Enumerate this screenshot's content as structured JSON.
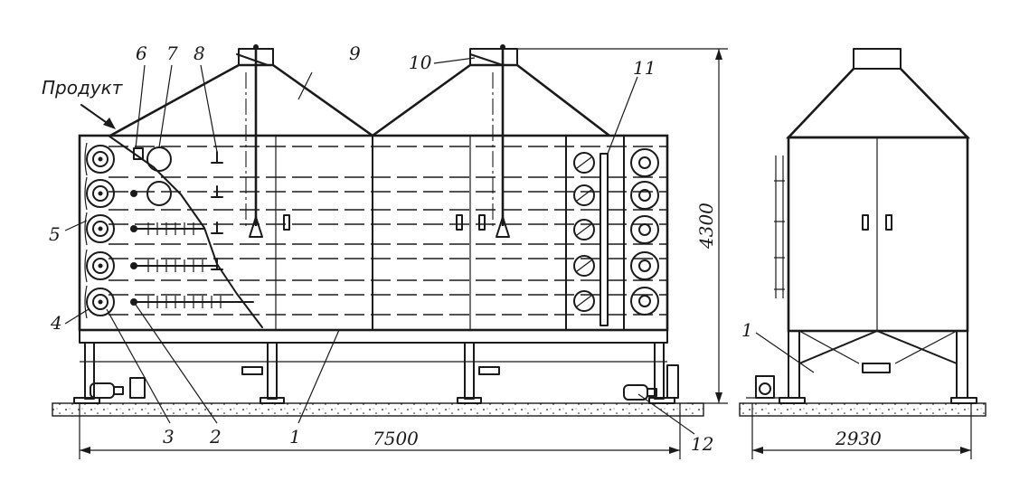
{
  "labels": {
    "product": "Продукт",
    "n1": "1",
    "n2": "2",
    "n3": "3",
    "n4": "4",
    "n5": "5",
    "n6": "6",
    "n7": "7",
    "n8": "8",
    "n9": "9",
    "n10": "10",
    "n11": "11",
    "n12": "12",
    "n1_side": "1"
  },
  "dimensions": {
    "length": "7500",
    "height": "4300",
    "width": "2930"
  }
}
